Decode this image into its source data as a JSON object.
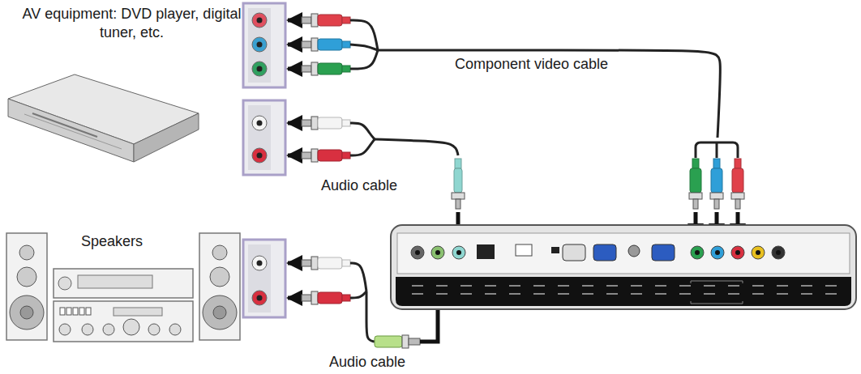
{
  "diagram": {
    "nodes": [
      {
        "text": [
          "AV equipment: DVD player, digital tuner, etc."
        ]
      },
      {
        "text": [
          "Speakers"
        ]
      }
    ],
    "labels": [
      "Component video cable",
      "Audio cable",
      "Audio cable"
    ]
  }
}
